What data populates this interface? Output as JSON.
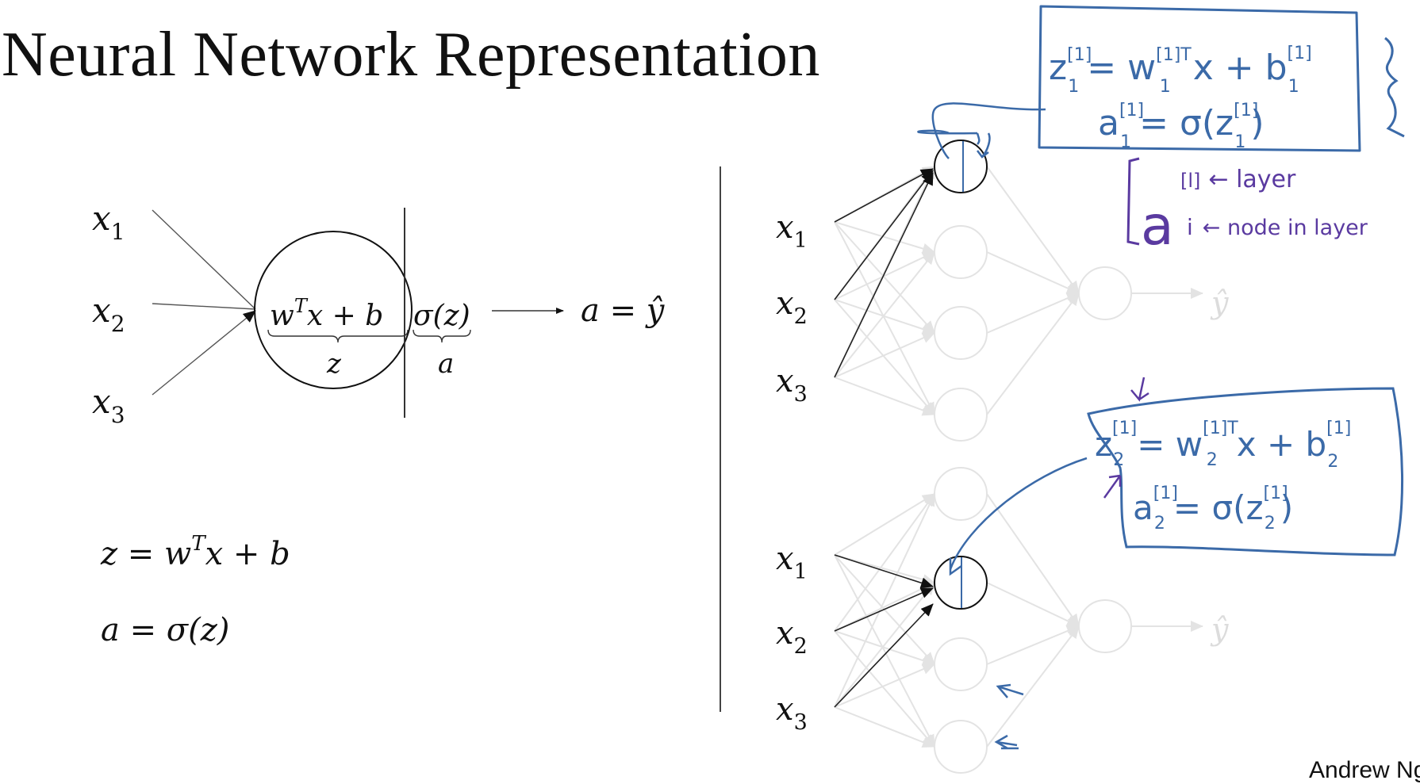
{
  "title": "Neural Network Representation",
  "credit": "Andrew Ng",
  "left": {
    "inputs": [
      {
        "base": "x",
        "sub": "1"
      },
      {
        "base": "x",
        "sub": "2"
      },
      {
        "base": "x",
        "sub": "3"
      }
    ],
    "node_linear": {
      "w": "w",
      "T": "T",
      "rest": "x + b"
    },
    "node_activation": "σ(z)",
    "brace_linear_label": "z",
    "brace_activation_label": "a",
    "output": "a = ŷ",
    "eq1": {
      "lhs": "z = w",
      "T": "T",
      "rest": "x + b"
    },
    "eq2": "a = σ(z)"
  },
  "right": {
    "inputs_top": [
      {
        "base": "x",
        "sub": "1"
      },
      {
        "base": "x",
        "sub": "2"
      },
      {
        "base": "x",
        "sub": "3"
      }
    ],
    "inputs_bottom": [
      {
        "base": "x",
        "sub": "1"
      },
      {
        "base": "x",
        "sub": "2"
      },
      {
        "base": "x",
        "sub": "3"
      }
    ],
    "output_top": "ŷ",
    "output_bottom": "ŷ"
  },
  "annotations": {
    "box1": {
      "line1": {
        "lhs": "z",
        "sup": "[1]",
        "sub": "1",
        "mid": "= w",
        "wsup": "[1]T",
        "wsub": "1",
        "rest": "x  + b",
        "bsup": "[1]",
        "bsub": "1"
      },
      "line2": {
        "lhs": "a",
        "sup": "[1]",
        "sub": "1",
        "rest": "= σ(z",
        "zsup": "[1]",
        "zsub": "1",
        "close": ")"
      }
    },
    "notation": {
      "letter": "a",
      "sup": "[l]",
      "sup_note": "← layer",
      "sub": "i",
      "sub_note": "← node in layer"
    },
    "box2": {
      "line1": {
        "lhs": "z",
        "sup": "[1]",
        "sub": "2",
        "mid": "= w",
        "wsup": "[1]T",
        "wsub": "2",
        "rest": "x + b",
        "bsup": "[1]",
        "bsub": "2"
      },
      "line2": {
        "lhs": "a",
        "sup": "[1]",
        "sub": "2",
        "rest": "= σ(z",
        "zsup": "[1]",
        "zsub": "2",
        "close": ")"
      }
    }
  },
  "colors": {
    "ink": "#111111",
    "faint": "#e3e3e3",
    "pen_blue": "#3b6aa8",
    "pen_purple": "#5a3aa0"
  }
}
